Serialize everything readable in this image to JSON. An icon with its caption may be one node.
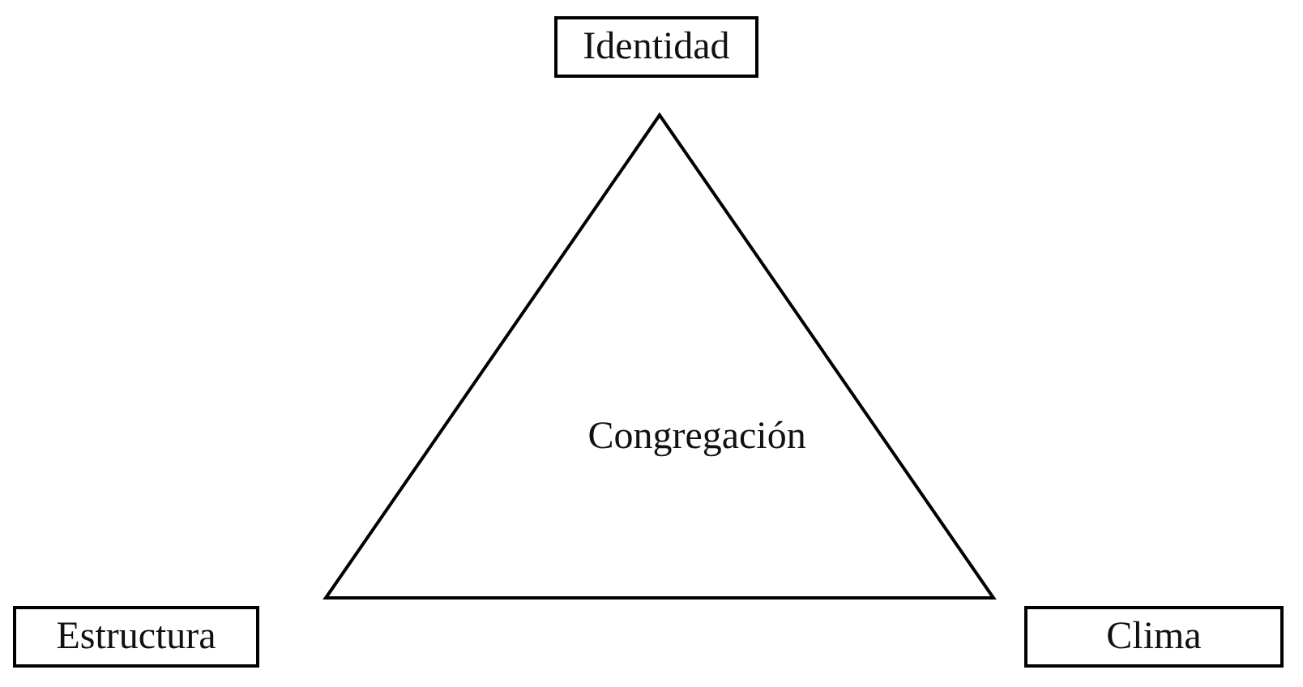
{
  "diagram": {
    "nodes": [
      {
        "text": [
          "Identidad"
        ]
      },
      {
        "text": [
          "Congregación"
        ]
      },
      {
        "text": [
          "Estructura"
        ]
      },
      {
        "text": [
          "Clima"
        ]
      }
    ]
  }
}
